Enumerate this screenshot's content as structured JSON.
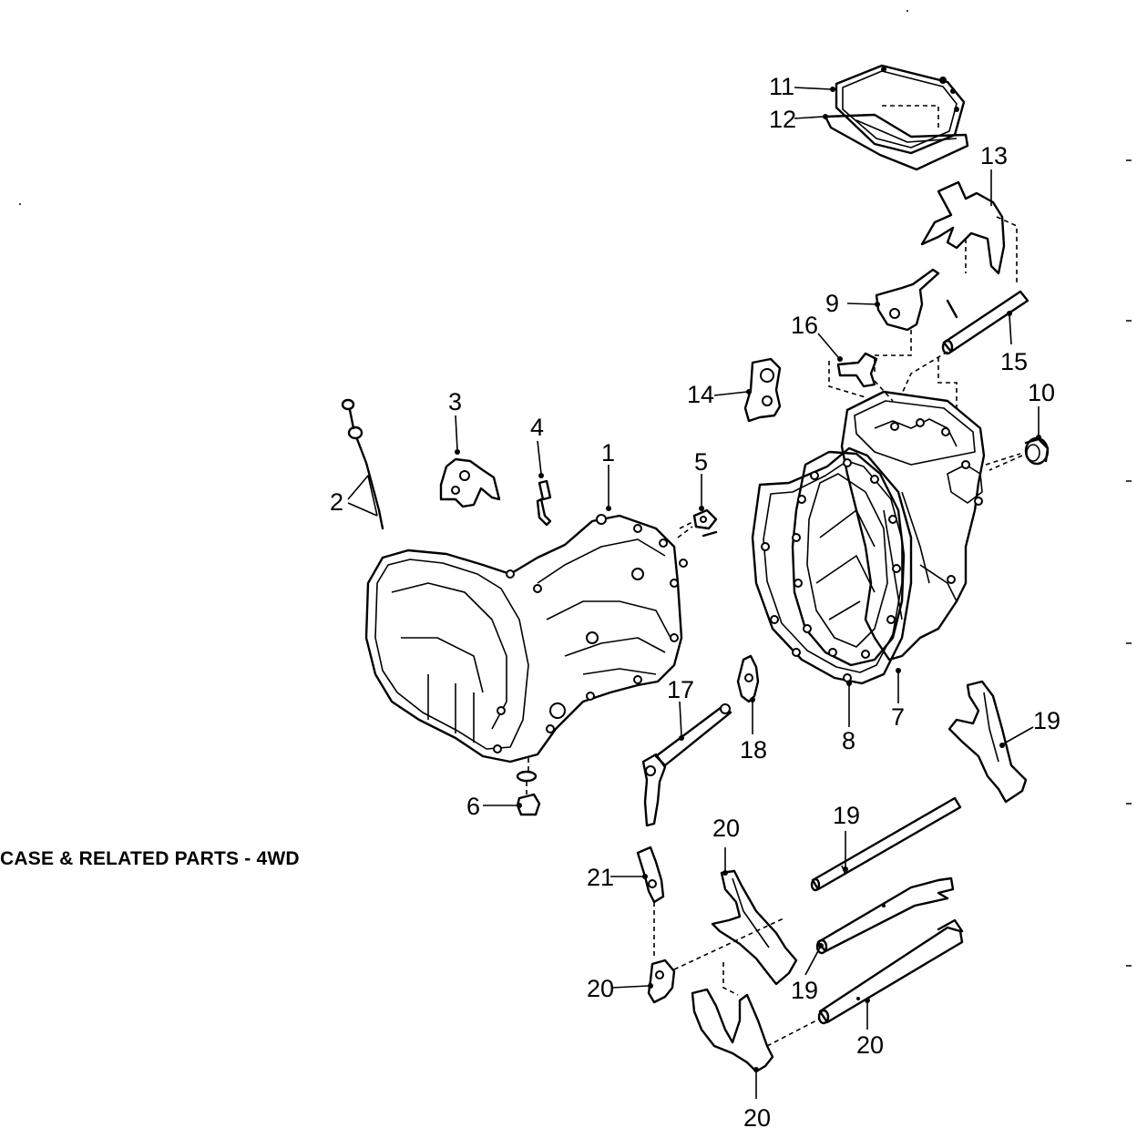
{
  "diagram": {
    "caption": "CASE & RELATED PARTS - 4WD",
    "callouts": [
      {
        "id": "1",
        "text": "1"
      },
      {
        "id": "2",
        "text": "2"
      },
      {
        "id": "3",
        "text": "3"
      },
      {
        "id": "4",
        "text": "4"
      },
      {
        "id": "5",
        "text": "5"
      },
      {
        "id": "6",
        "text": "6"
      },
      {
        "id": "7",
        "text": "7"
      },
      {
        "id": "8",
        "text": "8"
      },
      {
        "id": "9",
        "text": "9"
      },
      {
        "id": "10",
        "text": "10"
      },
      {
        "id": "11",
        "text": "11"
      },
      {
        "id": "12",
        "text": "12"
      },
      {
        "id": "13",
        "text": "13"
      },
      {
        "id": "14",
        "text": "14"
      },
      {
        "id": "15",
        "text": "15"
      },
      {
        "id": "16",
        "text": "16"
      },
      {
        "id": "17",
        "text": "17"
      },
      {
        "id": "18",
        "text": "18"
      },
      {
        "id": "19a",
        "text": "19"
      },
      {
        "id": "19b",
        "text": "19"
      },
      {
        "id": "19c",
        "text": "19"
      },
      {
        "id": "20a",
        "text": "20"
      },
      {
        "id": "20b",
        "text": "20"
      },
      {
        "id": "20c",
        "text": "20"
      },
      {
        "id": "20d",
        "text": "20"
      },
      {
        "id": "21",
        "text": "21"
      }
    ]
  }
}
